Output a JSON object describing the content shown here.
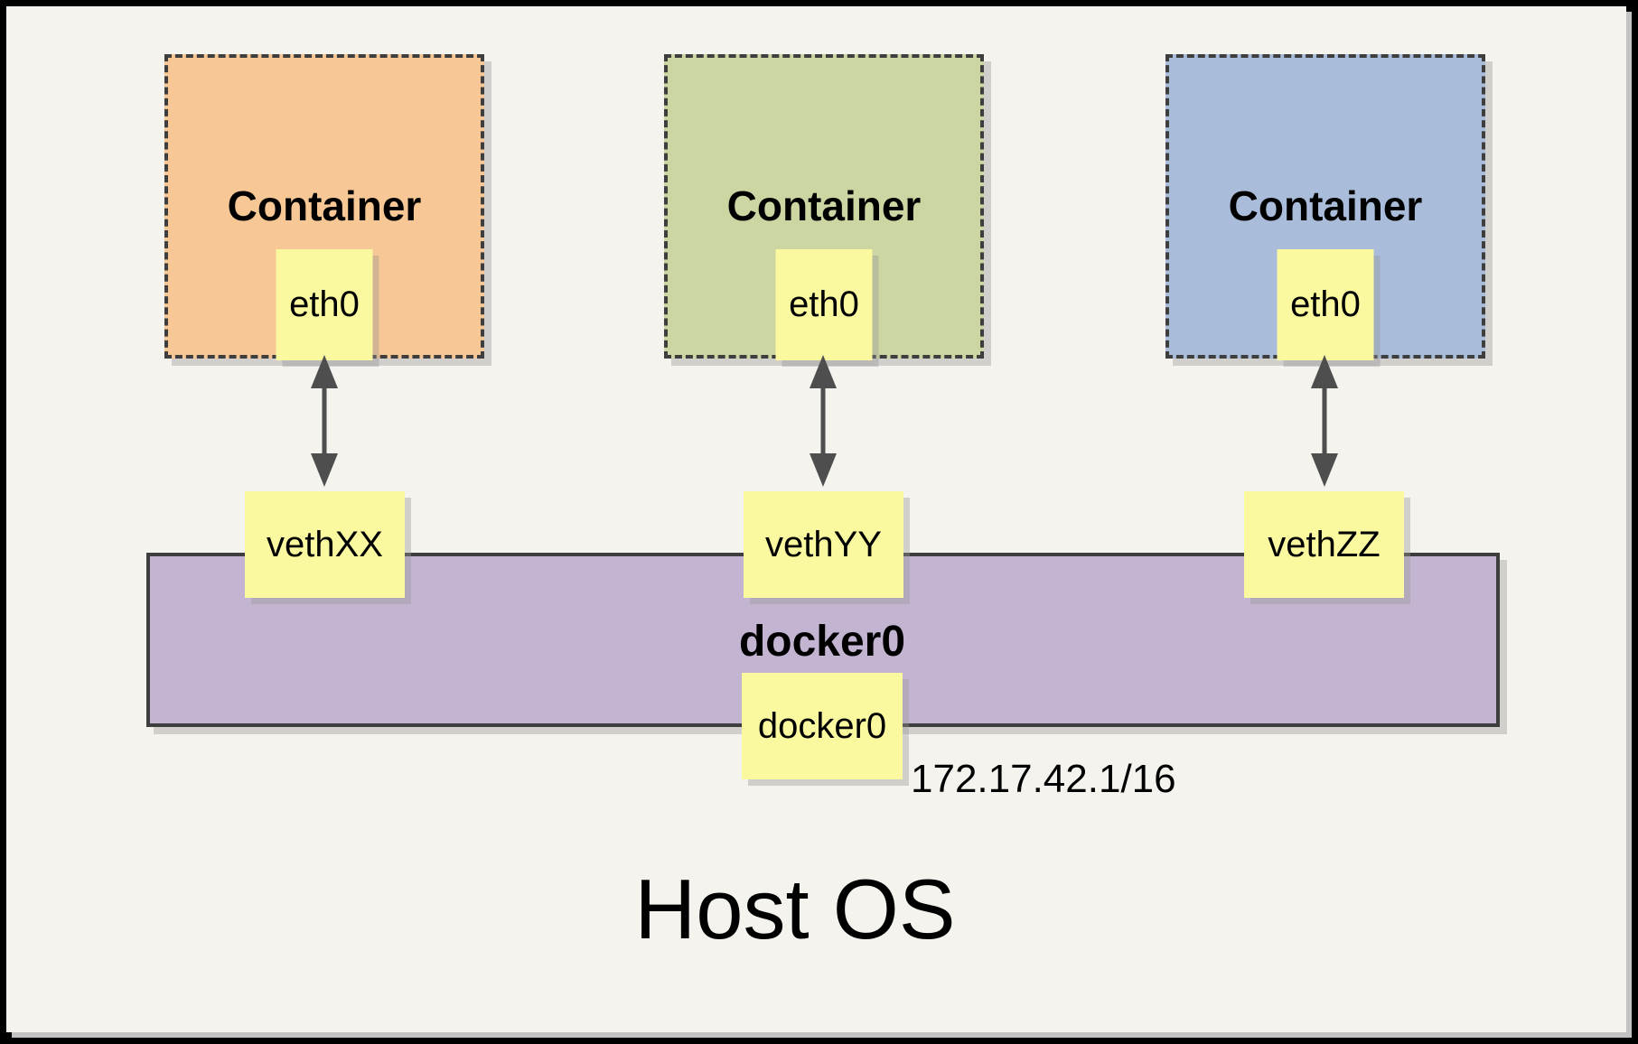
{
  "diagram": {
    "host": {
      "label": "Host OS"
    },
    "containers": [
      {
        "label": "Container",
        "interface": {
          "label": "eth0"
        },
        "veth": {
          "label": "vethXX"
        },
        "fill": "#f7c795"
      },
      {
        "label": "Container",
        "interface": {
          "label": "eth0"
        },
        "veth": {
          "label": "vethYY"
        },
        "fill": "#cbd6a2"
      },
      {
        "label": "Container",
        "interface": {
          "label": "eth0"
        },
        "veth": {
          "label": "vethZZ"
        },
        "fill": "#a9bcda"
      }
    ],
    "bridge": {
      "label": "docker0",
      "interface": {
        "label": "docker0"
      },
      "ip": "172.17.42.1/16",
      "fill": "#c3b5d2"
    },
    "icons": {
      "arrow": "bidirectional-arrow-icon"
    },
    "colors": {
      "canvas_bg": "#f5f3ed",
      "frame": "#000000",
      "note_yellow": "#fbf9a0",
      "border_dark": "#3e3e3e",
      "arrow": "#4e4e4e",
      "shadow": "#c2c2c2"
    }
  }
}
